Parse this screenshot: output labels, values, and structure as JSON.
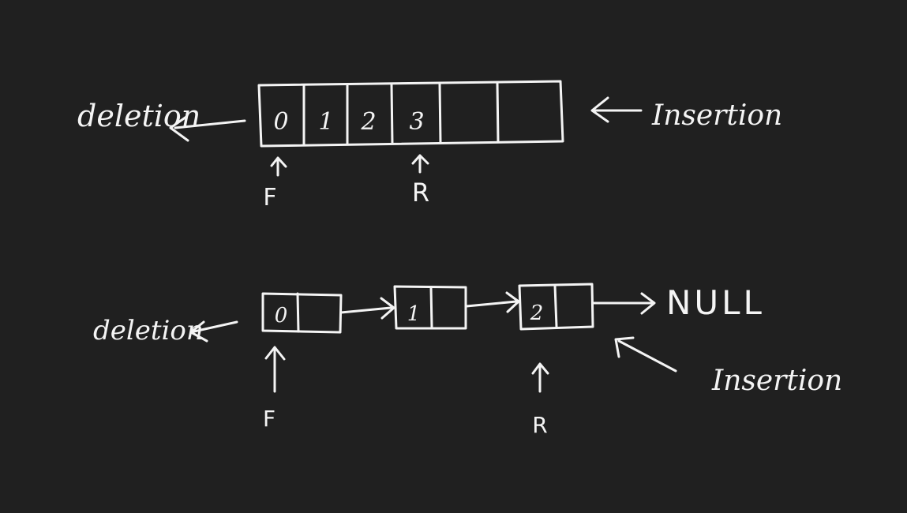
{
  "array_queue": {
    "cells": [
      "0",
      "1",
      "2",
      "3",
      "",
      ""
    ],
    "deletion_label": "deletion",
    "insertion_label": "Insertion",
    "front_label": "F",
    "rear_label": "R"
  },
  "linked_queue": {
    "nodes": [
      "0",
      "1",
      "2"
    ],
    "null_label": "NULL",
    "deletion_label": "deletion",
    "insertion_label": "Insertion",
    "front_label": "F",
    "rear_label": "R"
  },
  "colors": {
    "background": "#202020",
    "ink": "#f4f4f4"
  }
}
